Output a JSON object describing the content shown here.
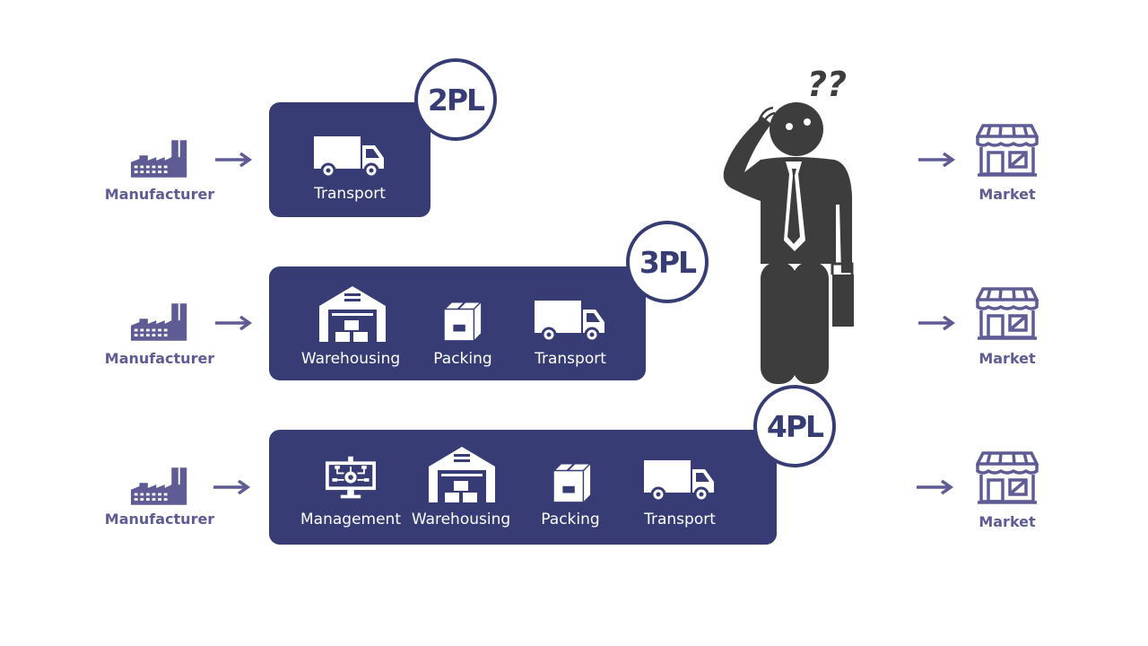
{
  "rows": [
    {
      "manufacturer_label": "Manufacturer",
      "badge": "2PL",
      "services": [
        "Transport"
      ],
      "market_label": "Market"
    },
    {
      "manufacturer_label": "Manufacturer",
      "badge": "3PL",
      "services": [
        "Warehousing",
        "Packing",
        "Transport"
      ],
      "market_label": "Market"
    },
    {
      "manufacturer_label": "Manufacturer",
      "badge": "4PL",
      "services": [
        "Management",
        "Warehousing",
        "Packing",
        "Transport"
      ],
      "market_label": "Market"
    }
  ],
  "confused_marks": "??",
  "icons": {
    "manufacturer": "factory-icon",
    "market": "storefront-icon",
    "transport": "truck-icon",
    "warehousing": "warehouse-icon",
    "packing": "box-icon",
    "management": "computer-network-icon",
    "person": "confused-businessman-icon",
    "arrow": "arrow-right-icon"
  },
  "colors": {
    "box": "#373d74",
    "label": "#5f5c95",
    "person": "#3d3d3d"
  }
}
